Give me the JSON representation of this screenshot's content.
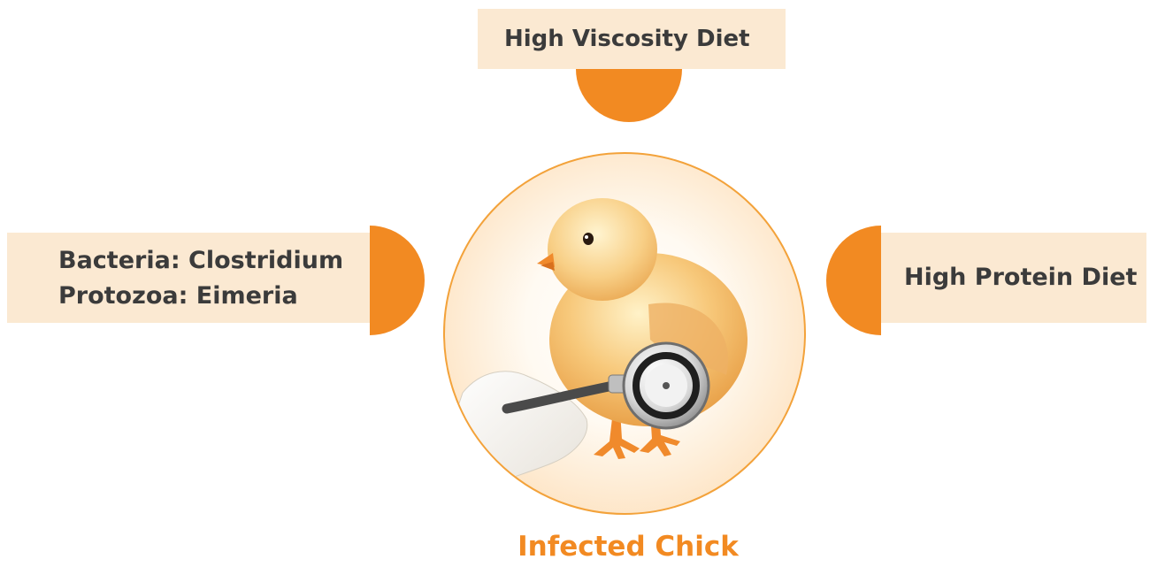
{
  "nodes": {
    "top": {
      "label": "High Viscosity Diet"
    },
    "left": {
      "lines": [
        "Bacteria: Clostridium",
        "Protozoa: Eimeria"
      ]
    },
    "right": {
      "label": "High Protein Diet"
    }
  },
  "center": {
    "caption": "Infected Chick",
    "image_subject": "chick-with-stethoscope"
  },
  "colors": {
    "accent": "#f28a22",
    "box_fill": "#fbe9d2",
    "text": "#3b3b3b",
    "ring": "#f3a23a"
  }
}
